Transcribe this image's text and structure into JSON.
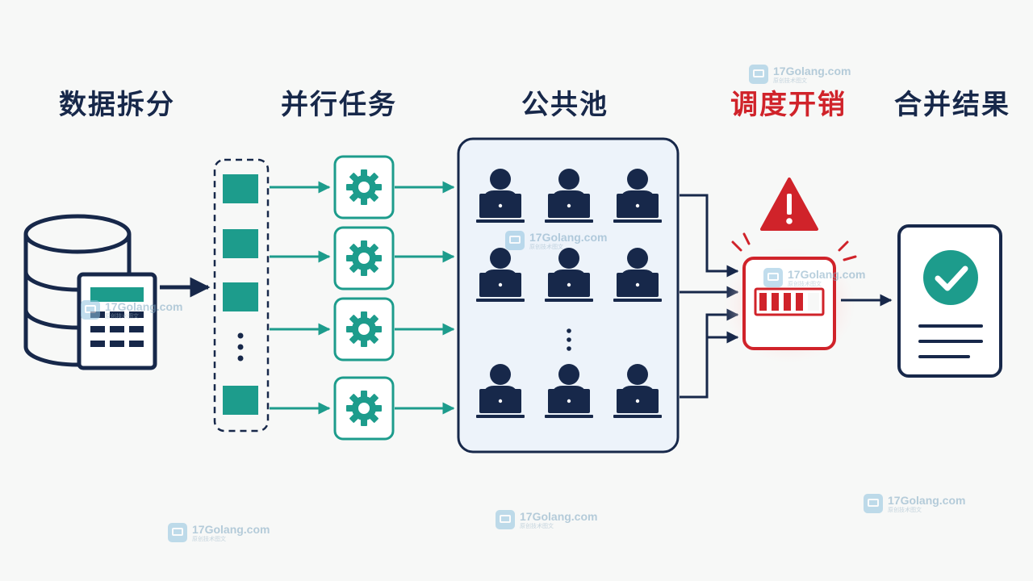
{
  "stages": [
    {
      "id": "split",
      "title": "数据拆分"
    },
    {
      "id": "parallel",
      "title": "并行任务"
    },
    {
      "id": "pool",
      "title": "公共池"
    },
    {
      "id": "overhead",
      "title": "调度开销"
    },
    {
      "id": "merge",
      "title": "合并结果"
    }
  ],
  "watermark": {
    "domain": "17Golang.com",
    "subtitle": "原创技术图文"
  },
  "icons": {
    "database": "database-icon",
    "table": "table-icon",
    "chunk": "data-chunk-icon",
    "gear": "gear-icon",
    "worker": "worker-icon",
    "warning": "warning-icon",
    "bottleneck": "bottleneck-icon",
    "document_check": "document-check-icon"
  },
  "colors": {
    "navy": "#17284a",
    "teal": "#1d9c8c",
    "red": "#d0232a",
    "pool_bg": "#edf3fa"
  }
}
